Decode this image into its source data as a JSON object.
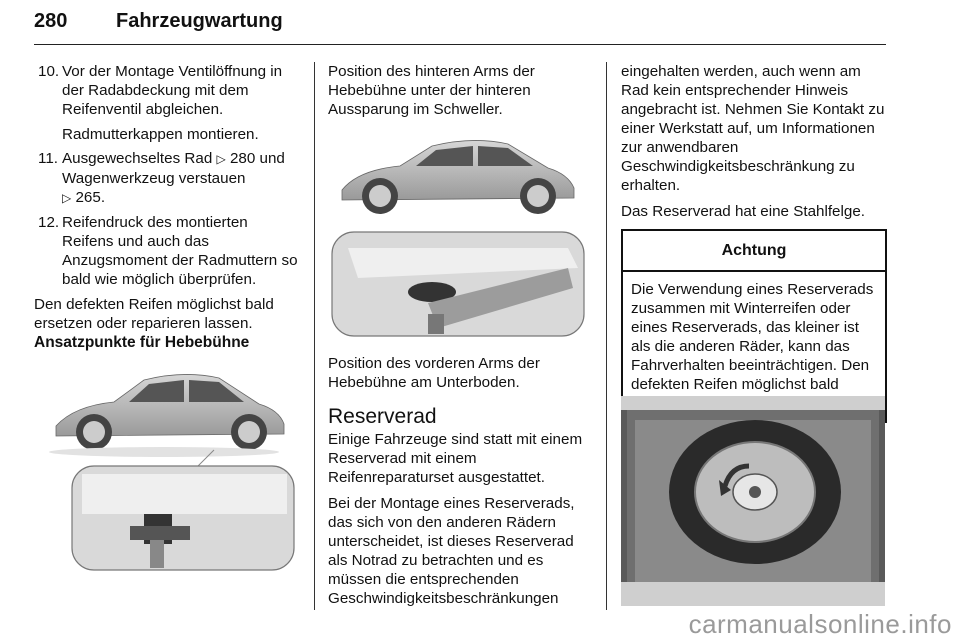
{
  "header": {
    "page_number": "280",
    "chapter": "Fahrzeugwartung"
  },
  "col1": {
    "steps": [
      {
        "num": "10.",
        "text": "Vor der Montage Ventilöffnung in der Radabdeckung mit dem Reifenventil abgleichen.",
        "cont": "Radmutterkappen montieren."
      },
      {
        "num": "11.",
        "text_a": "Ausgewechseltes Rad ",
        "ref1": "280",
        "text_b": " und Wagenwerkzeug verstauen",
        "ref2": "265",
        "text_c": "."
      },
      {
        "num": "12.",
        "text": "Reifendruck des montierten Reifens und auch das Anzugsmoment der Radmuttern so bald wie möglich überprüfen."
      }
    ],
    "para": "Den defekten Reifen möglichst bald ersetzen oder reparieren lassen.",
    "subheading": "Ansatzpunkte für Hebebühne"
  },
  "col2": {
    "para1": "Position des hinteren Arms der Hebebühne unter der hinteren Aussparung im Schweller.",
    "caption": "Position des vorderen Arms der Hebebühne am Unterboden.",
    "heading": "Reserverad",
    "para2": "Einige Fahrzeuge sind statt mit einem Reserverad mit einem Reifenreparaturset ausgestattet.",
    "para3": "Bei der Montage eines Reserverads, das sich von den anderen Rädern unterscheidet, ist dieses Reserverad als Notrad zu betrachten und es müssen die entsprechenden Geschwindigkeitsbeschränkungen"
  },
  "col3": {
    "para1": "eingehalten werden, auch wenn am Rad kein entsprechender Hinweis angebracht ist. Nehmen Sie Kontakt zu einer Werkstatt auf, um Informationen zur anwendbaren Geschwindigkeitsbeschränkung zu erhalten.",
    "para2": "Das Reserverad hat eine Stahlfelge.",
    "warning_title": "Achtung",
    "warning_text": "Die Verwendung eines Reserverads zusammen mit Winterreifen oder eines Reserverads, das kleiner ist als die anderen Räder, kann das Fahrverhalten beeinträchtigen. Den defekten Reifen möglichst bald austauschen."
  },
  "watermark": "carmanualsonline.info",
  "icons": {
    "ref_arrow": "triangle-right-icon"
  }
}
